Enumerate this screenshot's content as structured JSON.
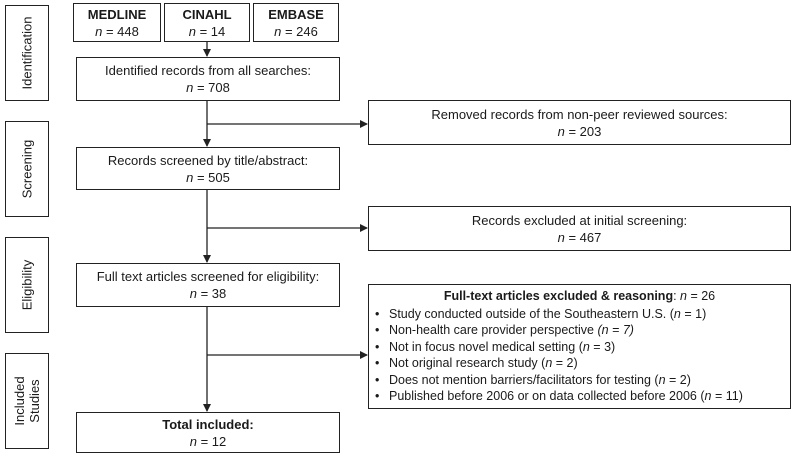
{
  "phases": [
    "Identification",
    "Screening",
    "Eligibility",
    "Included Studies"
  ],
  "n_prefix": "n",
  "sources": [
    {
      "name": "MEDLINE",
      "n": 448
    },
    {
      "name": "CINAHL",
      "n": 14
    },
    {
      "name": "EMBASE",
      "n": 246
    }
  ],
  "identified": {
    "label": "Identified records from all searches:",
    "n": 708
  },
  "removed": {
    "label": "Removed records from non-peer reviewed sources:",
    "n": 203
  },
  "screened": {
    "label": "Records screened by title/abstract:",
    "n": 505
  },
  "excluded_initial": {
    "label": "Records excluded at initial screening:",
    "n": 467
  },
  "fulltext": {
    "label": "Full text articles screened for eligibility:",
    "n": 38
  },
  "fulltext_excluded": {
    "title": "Full-text articles excluded & reasoning",
    "n": 26,
    "reasons": [
      {
        "text": "Study conducted outside of the Southeastern U.S.",
        "n": 1
      },
      {
        "text": "Non-health care provider perspective",
        "n": 7
      },
      {
        "text": "Not in focus novel medical setting",
        "n": 3
      },
      {
        "text": "Not original research study",
        "n": 2
      },
      {
        "text": "Does not mention barriers/facilitators for testing",
        "n": 2
      },
      {
        "text": "Published before 2006 or on data collected before 2006",
        "n": 11
      }
    ]
  },
  "included": {
    "label": "Total included:",
    "n": 12
  }
}
